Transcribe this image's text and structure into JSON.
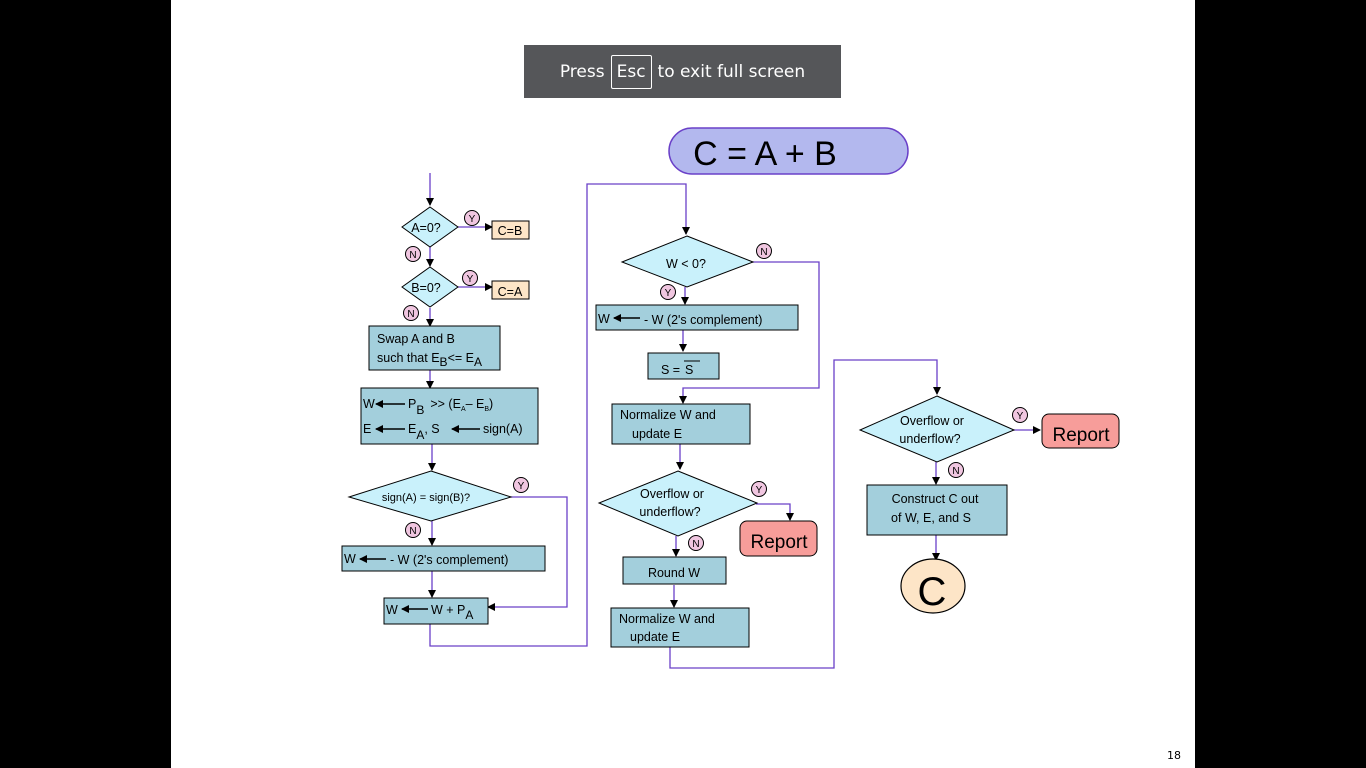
{
  "fullscreen_banner": {
    "press": "Press",
    "key": "Esc",
    "rest": "to exit full screen"
  },
  "page_number": "18",
  "title": "C = A + B",
  "labels": {
    "yes": "Y",
    "no": "N"
  },
  "nodes": {
    "a_zero": "A=0?",
    "c_eq_b": "C=B",
    "b_zero": "B=0?",
    "c_eq_a": "C=A",
    "swap_line1": "Swap A and B",
    "swap_line2": "such that E",
    "swap_sub_b": "B",
    "swap_le": "<= E",
    "swap_sub_a": "A",
    "shift_w": "W",
    "shift_p": "P",
    "shift_sub_b": "B",
    "shift_rest": ">> (E",
    "shift_sub_a2": "A",
    "shift_minus": "– E",
    "shift_sub_b2": "B",
    "shift_close": ")",
    "e_lbl": "E",
    "e_val": "E",
    "e_sub_a": "A",
    "comma_s": ", S",
    "sign_a": "sign(A)",
    "sign_cmp": "sign(A) = sign(B)?",
    "neg_w_left_w": "W",
    "neg_w_left_text": "- W (2's complement)",
    "add_w": "W",
    "add_rest": "W + P",
    "add_sub_a": "A",
    "w_lt_zero": "W < 0?",
    "neg_w_mid_w": "W",
    "neg_w_mid_text": "- W (2's complement)",
    "s_eq": "S =",
    "s_bar": "S",
    "normalize1_l1": "Normalize W and",
    "normalize1_l2": "update E",
    "overflow1_l1": "Overflow or",
    "overflow1_l2": "underflow?",
    "report1": "Report",
    "round_w": "Round W",
    "normalize2_l1": "Normalize W and",
    "normalize2_l2": "update E",
    "overflow2_l1": "Overflow or",
    "overflow2_l2": "underflow?",
    "report2": "Report",
    "construct_l1": "Construct C out",
    "construct_l2": "of W, E, and S",
    "terminal_c": "C"
  },
  "colors": {
    "box_fill": "#a3cfdc",
    "diamond_fill": "#c9f1fb",
    "result_fill": "#fde5c7",
    "report_fill": "#f79d9a",
    "title_fill": "#b3b8ee",
    "terminal_fill": "#fde5c7",
    "label_fill": "#f0c6e0",
    "flow_line": "#6a40c8"
  }
}
